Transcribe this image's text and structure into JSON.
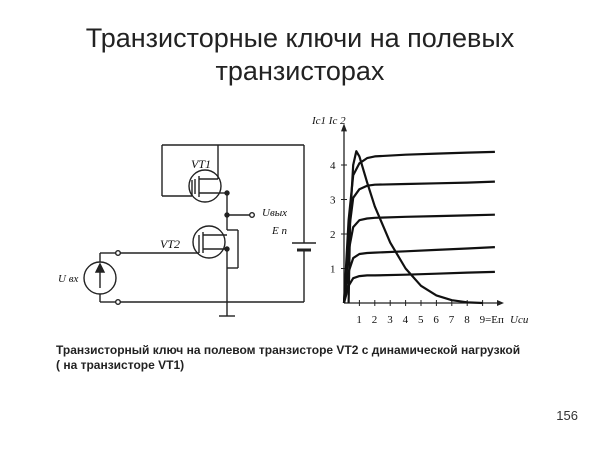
{
  "slide": {
    "title_line1": "Транзисторные ключи на полевых",
    "title_line2": "транзисторах",
    "caption_line1": "Транзисторный ключ на полевом транзисторе VT2 с динамической нагрузкой",
    "caption_line2": "( на транзисторе VT1)",
    "page_number": "156"
  },
  "schematic": {
    "label_vt1": "VT1",
    "label_vt2": "VT2",
    "label_uin": "U вх",
    "label_uout": "Uвых",
    "label_ep": "E п"
  },
  "chart_data": {
    "type": "line",
    "ylabel": "Iс1 Iс 2",
    "xlabel": "Uси",
    "x_ticks": [
      "1",
      "2",
      "3",
      "4",
      "5",
      "6",
      "7",
      "8",
      "9=Eп"
    ],
    "y_ticks": [
      "1",
      "2",
      "3",
      "4"
    ],
    "xlim": [
      0,
      10
    ],
    "ylim": [
      0,
      4.8
    ],
    "series": [
      {
        "values": [
          [
            0,
            0
          ],
          [
            0.3,
            2.4
          ],
          [
            0.6,
            3.7
          ],
          [
            1,
            4.05
          ],
          [
            1.5,
            4.2
          ],
          [
            2,
            4.25
          ],
          [
            4,
            4.3
          ],
          [
            6,
            4.33
          ],
          [
            8,
            4.36
          ],
          [
            9.8,
            4.38
          ]
        ]
      },
      {
        "values": [
          [
            0,
            0
          ],
          [
            0.3,
            2.0
          ],
          [
            0.6,
            3.05
          ],
          [
            1,
            3.3
          ],
          [
            1.5,
            3.4
          ],
          [
            2,
            3.43
          ],
          [
            4,
            3.45
          ],
          [
            6,
            3.47
          ],
          [
            8,
            3.49
          ],
          [
            9.8,
            3.52
          ]
        ]
      },
      {
        "values": [
          [
            0,
            0
          ],
          [
            0.3,
            1.5
          ],
          [
            0.6,
            2.2
          ],
          [
            1,
            2.4
          ],
          [
            1.5,
            2.45
          ],
          [
            2,
            2.47
          ],
          [
            4,
            2.5
          ],
          [
            6,
            2.52
          ],
          [
            8,
            2.54
          ],
          [
            9.8,
            2.56
          ]
        ]
      },
      {
        "values": [
          [
            0,
            0
          ],
          [
            0.3,
            0.9
          ],
          [
            0.6,
            1.3
          ],
          [
            1,
            1.42
          ],
          [
            1.5,
            1.45
          ],
          [
            2,
            1.46
          ],
          [
            4,
            1.5
          ],
          [
            6,
            1.54
          ],
          [
            8,
            1.58
          ],
          [
            9.8,
            1.62
          ]
        ]
      },
      {
        "values": [
          [
            0,
            0
          ],
          [
            0.3,
            0.5
          ],
          [
            0.6,
            0.72
          ],
          [
            1,
            0.78
          ],
          [
            1.5,
            0.8
          ],
          [
            2,
            0.8
          ],
          [
            4,
            0.82
          ],
          [
            6,
            0.85
          ],
          [
            8,
            0.88
          ],
          [
            9.8,
            0.9
          ]
        ]
      },
      {
        "values": [
          [
            0.3,
            0
          ],
          [
            0.4,
            2.5
          ],
          [
            0.6,
            4.0
          ],
          [
            0.8,
            4.4
          ],
          [
            1,
            4.25
          ],
          [
            1.5,
            3.5
          ],
          [
            2,
            2.8
          ],
          [
            3,
            1.75
          ],
          [
            4,
            1.0
          ],
          [
            5,
            0.5
          ],
          [
            6,
            0.22
          ],
          [
            7,
            0.08
          ],
          [
            8,
            0.02
          ],
          [
            9,
            0
          ]
        ]
      }
    ]
  }
}
